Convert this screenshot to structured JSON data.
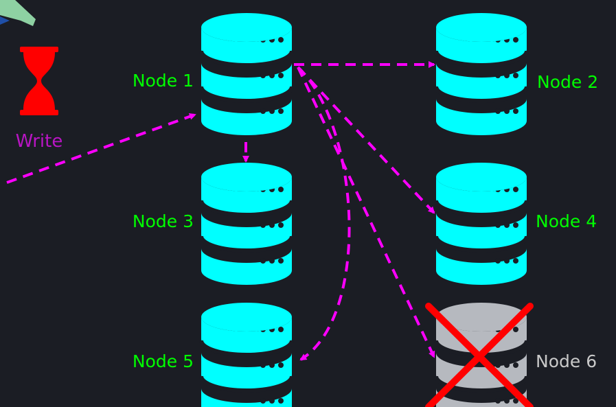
{
  "colors": {
    "background": "#1b1d24",
    "node_active": "#00ffff",
    "node_failed": "#b6b9bf",
    "label_active": "#00ff00",
    "label_failed": "#c9c9c9",
    "arrow": "#ff00ff",
    "write": "#ff0000",
    "fail_mark": "#ff0000",
    "stripe": "#1b1d24"
  },
  "write": {
    "label": "Write",
    "icon": "hourglass-icon"
  },
  "nodes": [
    {
      "id": "node-1",
      "label": "Node 1",
      "status": "active",
      "icon": "database-icon"
    },
    {
      "id": "node-2",
      "label": "Node 2",
      "status": "active",
      "icon": "database-icon"
    },
    {
      "id": "node-3",
      "label": "Node 3",
      "status": "active",
      "icon": "database-icon"
    },
    {
      "id": "node-4",
      "label": "Node 4",
      "status": "active",
      "icon": "database-icon"
    },
    {
      "id": "node-5",
      "label": "Node 5",
      "status": "active",
      "icon": "database-icon"
    },
    {
      "id": "node-6",
      "label": "Node 6",
      "status": "failed",
      "icon": "database-icon"
    }
  ],
  "edges": [
    {
      "from": "write",
      "to": "node-1"
    },
    {
      "from": "node-1",
      "to": "node-2"
    },
    {
      "from": "node-1",
      "to": "node-3"
    },
    {
      "from": "node-1",
      "to": "node-4"
    },
    {
      "from": "node-1",
      "to": "node-5"
    },
    {
      "from": "node-1",
      "to": "node-6"
    }
  ]
}
